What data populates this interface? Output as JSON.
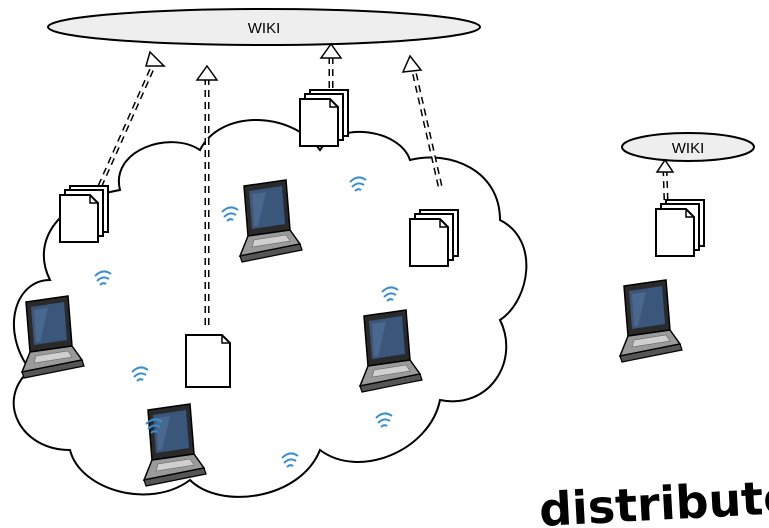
{
  "main_wiki": {
    "label": "WIKI"
  },
  "standalone_wiki": {
    "label": "WIKI"
  },
  "caption": {
    "text": "distributed"
  }
}
